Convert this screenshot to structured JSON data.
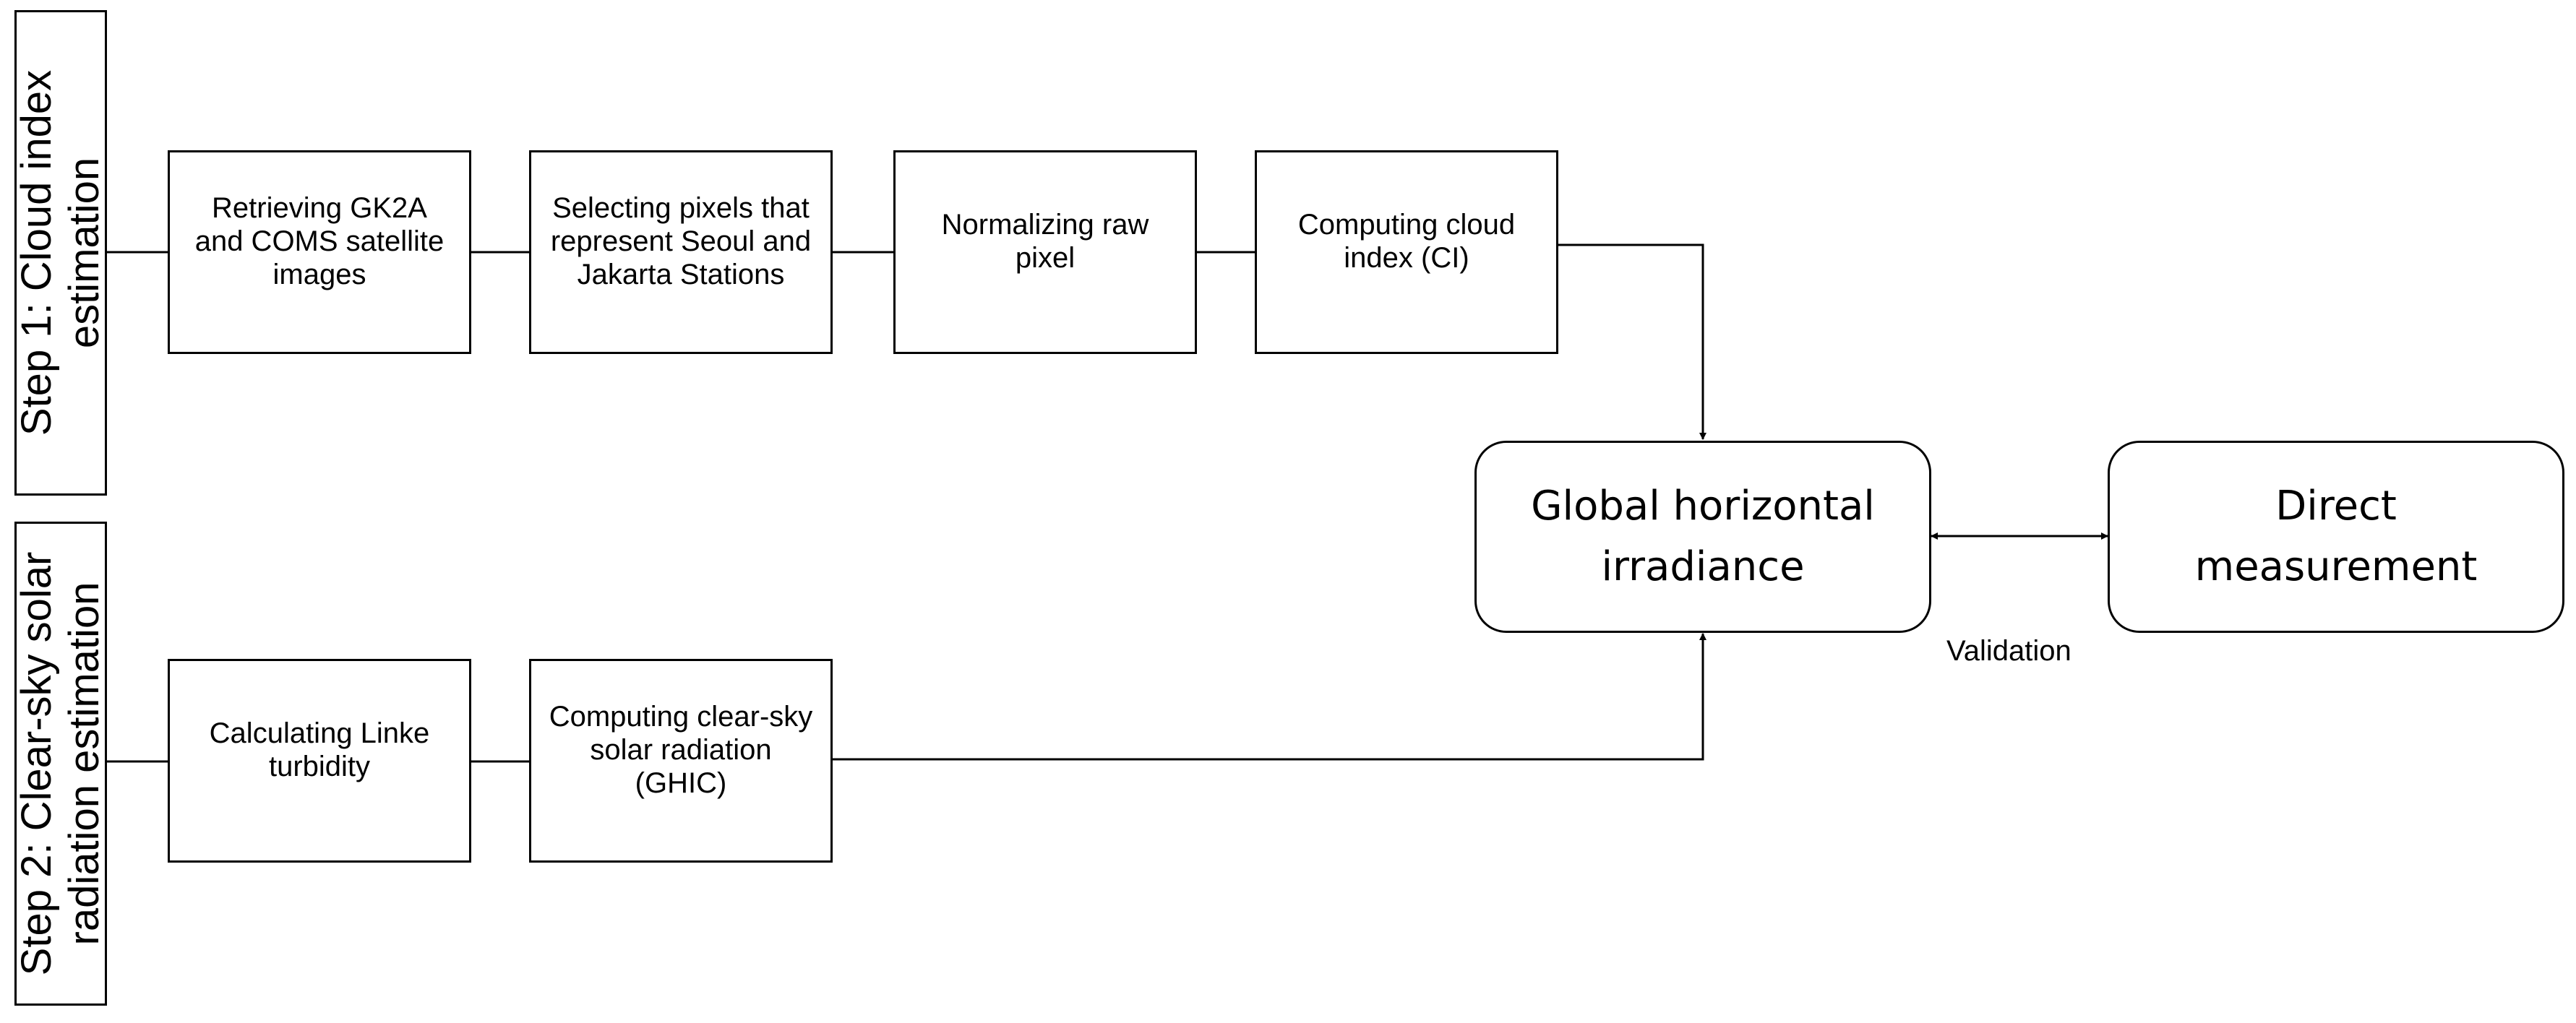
{
  "steps": {
    "step1": "Step 1: Cloud index\nestimation",
    "step2": "Step 2: Clear-sky solar\nradiation estimation"
  },
  "step1_boxes": {
    "retrieve": "Retrieving GK2A\nand COMS satellite\nimages",
    "select": "Selecting pixels that\nrepresent Seoul and\nJakarta Stations",
    "normalize": "Normalizing raw\npixel",
    "compute_ci": "Computing cloud\nindex (CI)"
  },
  "step2_boxes": {
    "linke": "Calculating Linke\nturbidity",
    "ghic": "Computing clear-sky\nsolar radiation\n(GHIC)"
  },
  "outputs": {
    "ghi": "Global horizontal\nirradiance",
    "direct": "Direct\nmeasurement",
    "validation": "Validation"
  }
}
